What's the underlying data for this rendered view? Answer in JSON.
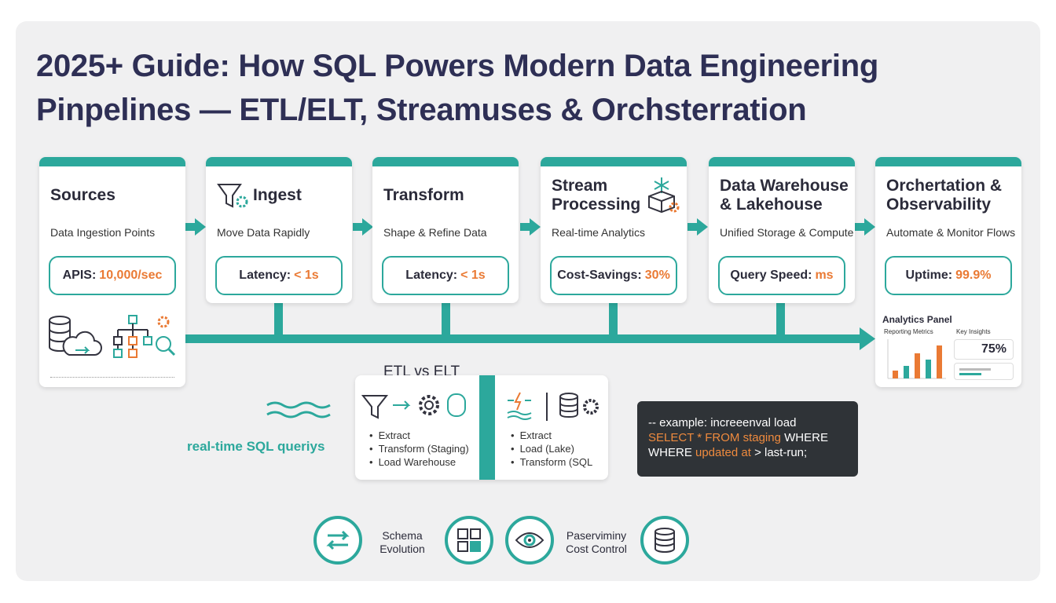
{
  "title": {
    "line1": "2025+ Guide: How SQL Powers Modern Data Engineering",
    "line2": "Pinpelines — ETL/ELT, Streamuses & Orchsterration"
  },
  "stages": [
    {
      "title": "Sources",
      "subtitle": "Data Ingestion Points",
      "metric_label": "APIS:",
      "metric_value": "10,000/sec"
    },
    {
      "title": "Ingest",
      "subtitle": "Move Data Rapidly",
      "metric_label": "Latency:",
      "metric_value": "< 1s"
    },
    {
      "title": "Transform",
      "subtitle": "Shape & Refine Data",
      "metric_label": "Latency:",
      "metric_value": "< 1s"
    },
    {
      "title": "Stream Processing",
      "subtitle": "Real-time Analytics",
      "metric_label": "Cost-Savings:",
      "metric_value": "30%"
    },
    {
      "title": "Data Warehouse & Lakehouse",
      "subtitle": "Unified Storage & Compute",
      "metric_label": "Query Speed:",
      "metric_value": "ms"
    },
    {
      "title": "Orchertation & Observability",
      "subtitle": "Automate & Monitor Flows",
      "metric_label": "Uptime:",
      "metric_value": "99.9%"
    }
  ],
  "analytics_panel": {
    "title": "Analytics Panel",
    "reporting": "Reporting Metrics",
    "insights": "Key Insights",
    "kpi": "75%"
  },
  "etl": {
    "title": "ETL vs ELT",
    "left": [
      "Extract",
      "Transform (Staging)",
      "Load Warehouse"
    ],
    "right": [
      "Extract",
      "Load (Lake)",
      "Transform (SQL"
    ]
  },
  "realtime_label": "real-time SQL queriys",
  "code": {
    "comment": "-- example: increeenval load",
    "line2_kw": "SELECT * FROM staging",
    "line2_rest": " WHERE",
    "line3_pre": "WHERE ",
    "line3_kw": "updated at",
    "line3_rest": " > last-run;"
  },
  "bottom": {
    "schema_line1": "Schema",
    "schema_line2": "Evolution",
    "cost_line1": "Paserviminy",
    "cost_line2": "Cost Control"
  },
  "colors": {
    "teal": "#2ca89c",
    "orange": "#ea7a34",
    "navy": "#2e2f55",
    "code_bg": "#2f3337"
  }
}
